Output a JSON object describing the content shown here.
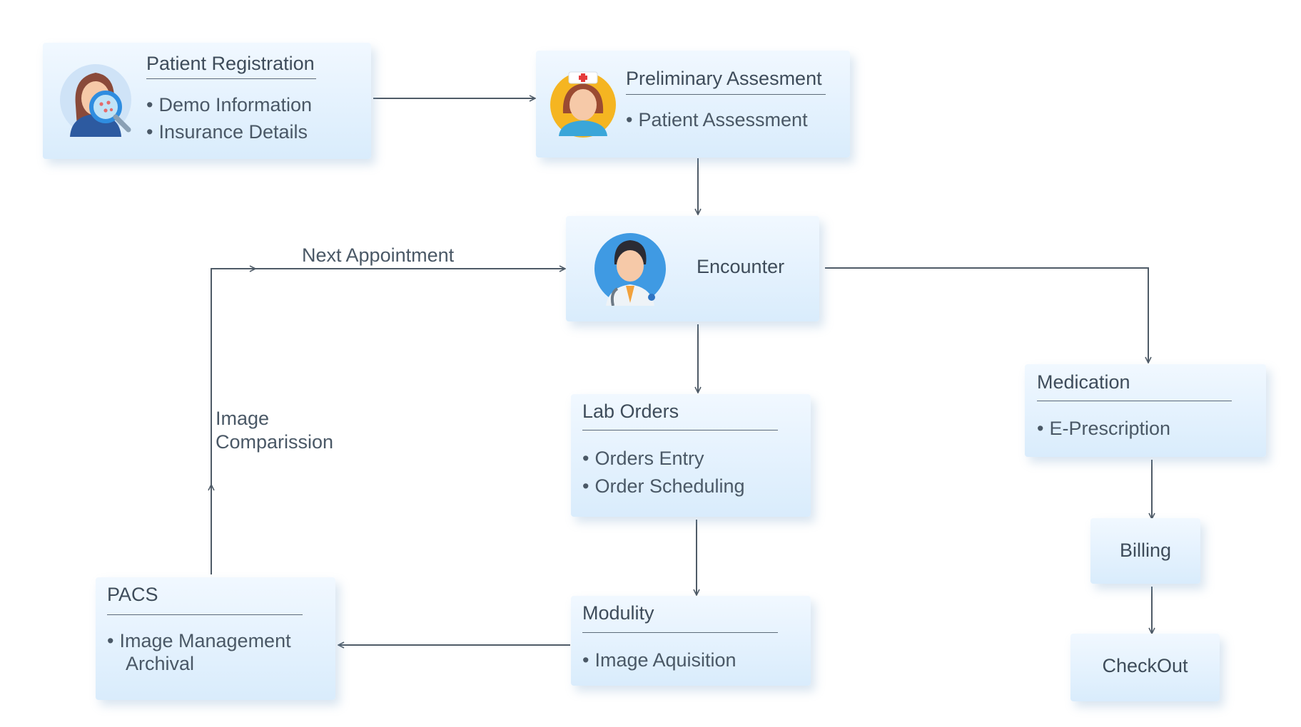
{
  "nodes": {
    "patient_registration": {
      "title": "Patient Registration",
      "items": [
        "Demo Information",
        "Insurance Details"
      ]
    },
    "preliminary_assessment": {
      "title": "Preliminary Assesment",
      "items": [
        "Patient Assessment"
      ]
    },
    "encounter": {
      "title": "Encounter"
    },
    "lab_orders": {
      "title": "Lab Orders",
      "items": [
        "Orders Entry",
        "Order Scheduling"
      ]
    },
    "medication": {
      "title": "Medication",
      "items": [
        "E-Prescription"
      ]
    },
    "billing": {
      "title": "Billing"
    },
    "checkout": {
      "title": "CheckOut"
    },
    "modulity": {
      "title": "Modulity",
      "items": [
        "Image Aquisition"
      ]
    },
    "pacs": {
      "title": "PACS",
      "items": [
        "Image Management",
        "Archival"
      ]
    }
  },
  "edge_labels": {
    "next_appointment": "Next Appointment",
    "image_comparison_line1": "Image",
    "image_comparison_line2": "Comparission"
  },
  "icons": {
    "patient_registration": "patient-magnifier-icon",
    "preliminary_assessment": "nurse-avatar-icon",
    "encounter": "doctor-avatar-icon"
  },
  "colors": {
    "box_top": "#f1f8ff",
    "box_bottom": "#d9ecfc",
    "arrow": "#4f5b67",
    "text": "#3e4c5a"
  }
}
